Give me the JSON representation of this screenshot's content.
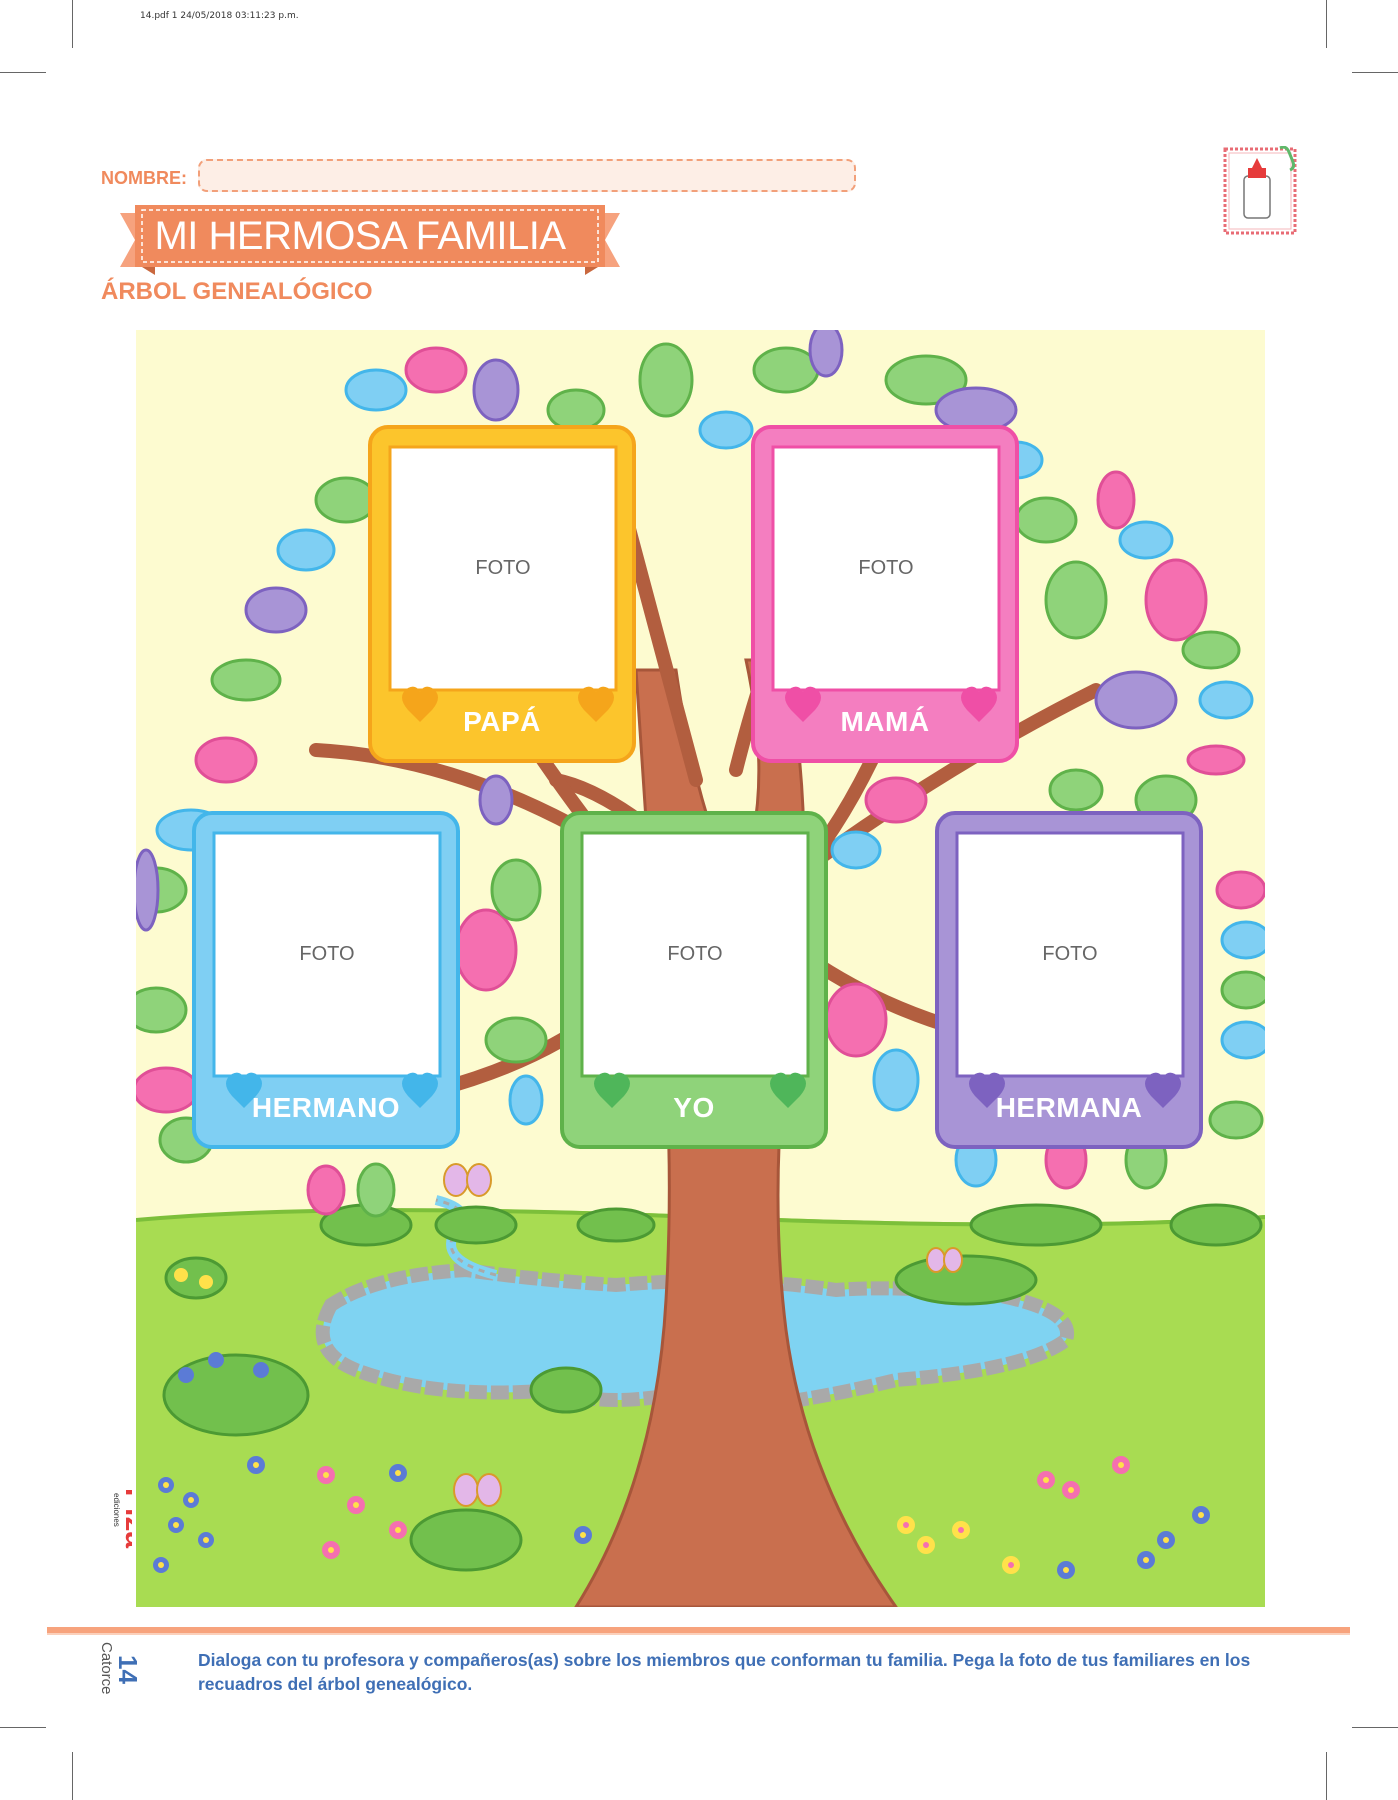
{
  "print_info": "14.pdf   1   24/05/2018   03:11:23 p.m.",
  "header": {
    "name_label": "NOMBRE:",
    "title": "MI HERMOSA FAMILIA",
    "subtitle": "ÁRBOL GENEALÓGICO"
  },
  "badge": {
    "icon": "glue-bottle-icon"
  },
  "family_frames": [
    {
      "label": "PAPÁ",
      "photo_text": "FOTO",
      "color": "#fcc52c",
      "inner_color": "#fbd24a",
      "heart_color": "#f5a51b"
    },
    {
      "label": "MAMÁ",
      "photo_text": "FOTO",
      "color": "#f47ec0",
      "inner_color": "#f79ccd",
      "heart_color": "#ef4fa6"
    },
    {
      "label": "HERMANO",
      "photo_text": "FOTO",
      "color": "#7fcff3",
      "inner_color": "#9bdaf6",
      "heart_color": "#43b6ea"
    },
    {
      "label": "YO",
      "photo_text": "FOTO",
      "color": "#8fd37a",
      "inner_color": "#a6dc8f",
      "heart_color": "#4fb65a"
    },
    {
      "label": "HERMANA",
      "photo_text": "FOTO",
      "color": "#a894d6",
      "inner_color": "#b7a6de",
      "heart_color": "#7d62c0"
    }
  ],
  "footer": {
    "page_number": "14",
    "page_word": "Catorce",
    "instructions": "Dialoga con tu profesora y compañeros(as) sobre los miembros que conforman tu familia. Pega la foto de tus familiares en los recuadros del árbol genealógico."
  },
  "publisher": {
    "name": "Piza",
    "sub": "ediciones"
  },
  "colors": {
    "accent": "#f08a5d",
    "text_blue": "#3f6fb5",
    "sky": "#fdfbd0",
    "grass": "#a8dc52"
  }
}
